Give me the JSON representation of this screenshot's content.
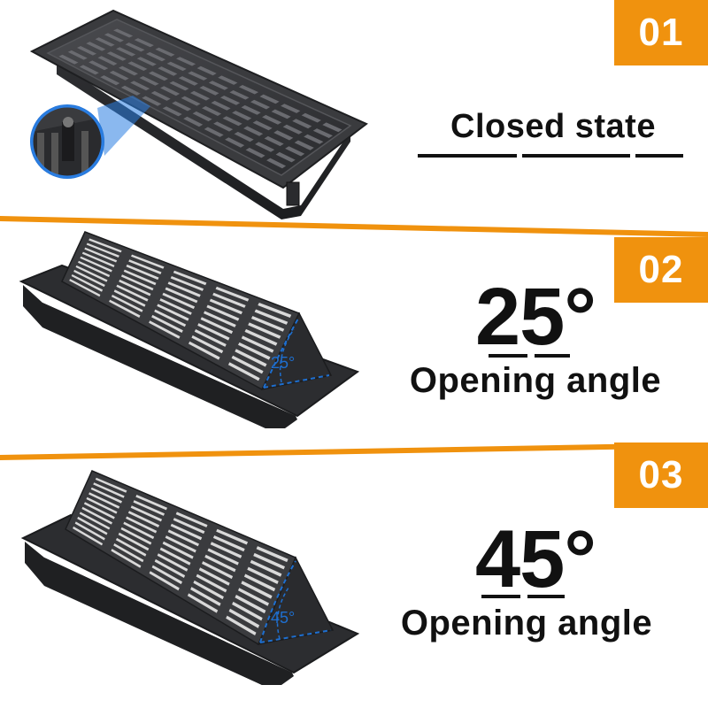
{
  "steps": [
    {
      "number": "01",
      "title": "Closed state"
    },
    {
      "number": "02",
      "angle": "25°",
      "caption": "Opening angle",
      "diagram_label": "25°"
    },
    {
      "number": "03",
      "angle": "45°",
      "caption": "Opening angle",
      "diagram_label": "45°"
    }
  ],
  "colors": {
    "accent": "#f0920e",
    "vent": "#3a3b3e",
    "angle_marker": "#1e6fd0",
    "text": "#111111"
  }
}
